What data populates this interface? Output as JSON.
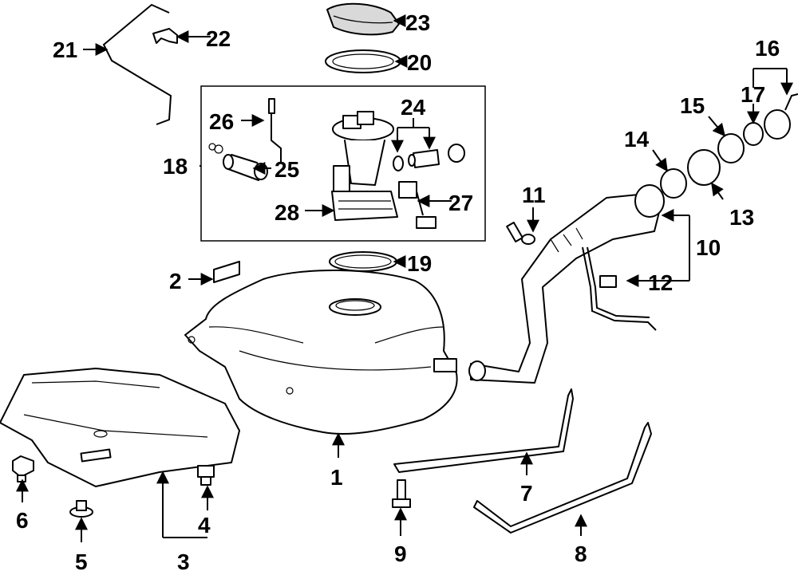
{
  "diagram": {
    "callouts": {
      "c1": "1",
      "c2": "2",
      "c3": "3",
      "c4": "4",
      "c5": "5",
      "c6": "6",
      "c7": "7",
      "c8": "8",
      "c9": "9",
      "c10": "10",
      "c11": "11",
      "c12": "12",
      "c13": "13",
      "c14": "14",
      "c15": "15",
      "c16": "16",
      "c17": "17",
      "c18": "18",
      "c19": "19",
      "c20": "20",
      "c21": "21",
      "c22": "22",
      "c23": "23",
      "c24": "24",
      "c25": "25",
      "c26": "26",
      "c27": "27",
      "c28": "28"
    },
    "colors": {
      "line": "#000000",
      "background": "#ffffff",
      "part_fill": "#ffffff",
      "shade": "#d9d9d9"
    }
  }
}
